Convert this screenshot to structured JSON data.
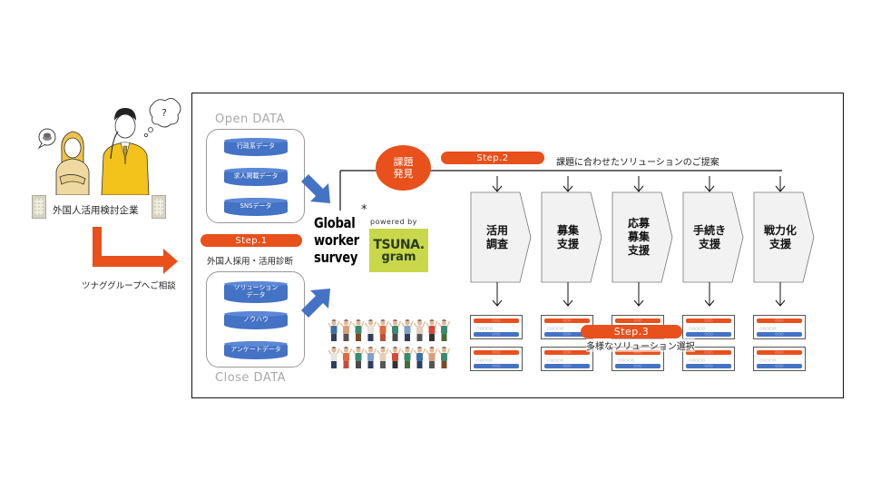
{
  "company": {
    "label": "外国人活用検討企業",
    "thought_icon": "question-mark",
    "speech_icon": "coins"
  },
  "consult": {
    "label": "ツナググループへご相談"
  },
  "open_data": {
    "title": "Open DATA",
    "items": [
      "行政系データ",
      "求人掲載データ",
      "SNSデータ"
    ]
  },
  "close_data": {
    "title": "Close DATA",
    "items": [
      "ソリューション\nデータ",
      "ノウハウ",
      "アンケートデータ"
    ]
  },
  "step1": {
    "label": "Step.1",
    "sub": "外国人採用・活用診断"
  },
  "survey": {
    "line1": "Global",
    "line2": "worker",
    "line3": "survey",
    "asterisk": "*",
    "powered_by": "powered by",
    "brand_line1": "TSUNA.",
    "brand_line2": "gram"
  },
  "issue": {
    "line1": "課題",
    "line2": "発見"
  },
  "step2": {
    "label": "Step.2",
    "sub": "課題に合わせたソリューションのご提案"
  },
  "solutions": [
    {
      "label": "活用\n調査"
    },
    {
      "label": "募集\n支援"
    },
    {
      "label": "応募\n募集\n支援"
    },
    {
      "label": "手続き\n支援"
    },
    {
      "label": "戦力化\n支援"
    }
  ],
  "card": {
    "top": "○○○",
    "mid": "○○○○○",
    "bottom": "○○○"
  },
  "step3": {
    "label": "Step.3",
    "sub": "多様なソリューション選択"
  },
  "colors": {
    "accent": "#e8501c",
    "data_blue": "#4472c4",
    "chevron_fill": "#f2f2f2",
    "tsuna_green": "#c8d84a",
    "muted": "#a9a9a9"
  }
}
